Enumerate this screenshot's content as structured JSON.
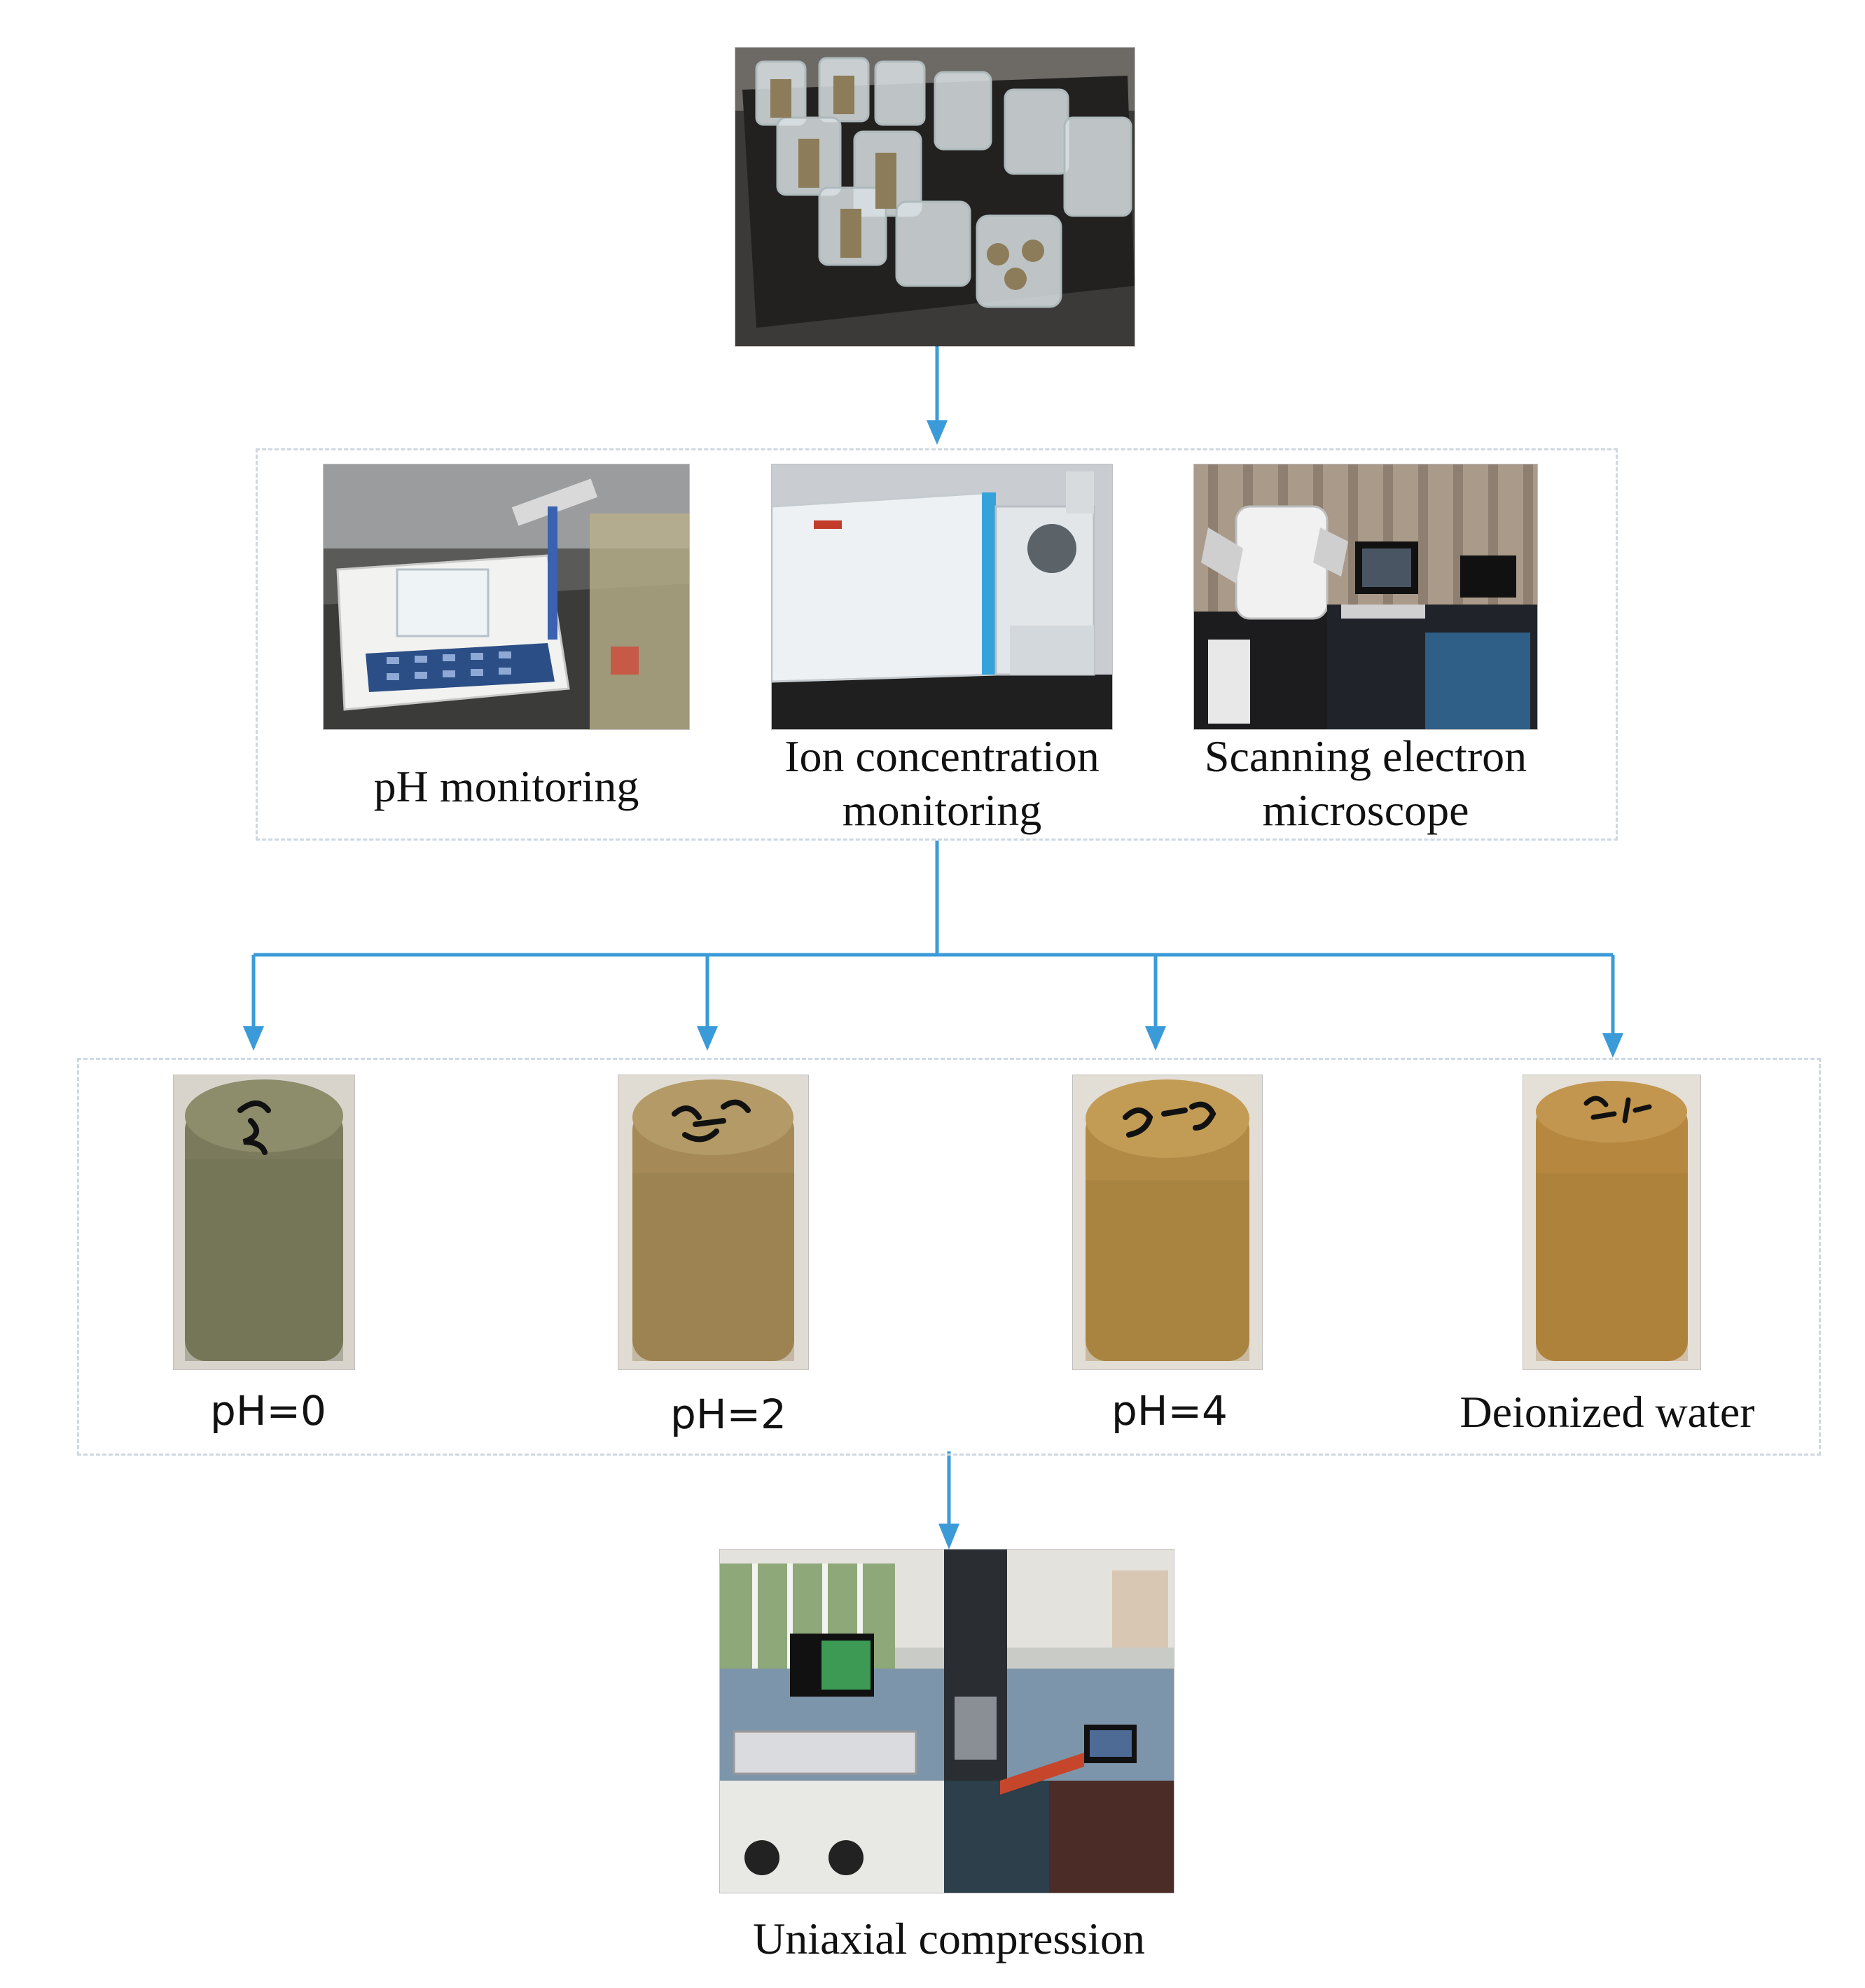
{
  "colors": {
    "arrow": "#3a9bd8",
    "group_border": "#cfd8e2",
    "core_green": "#7b7a5c",
    "core_tan": "#a58a58",
    "core_ochre": "#b18a45",
    "core_amber": "#b5873f"
  },
  "stages": {
    "immersion": {
      "photo_icon": "beakers-photo-icon"
    },
    "monitoring": {
      "items": [
        {
          "label": "pH monitoring",
          "photo_icon": "ph-meter-photo-icon"
        },
        {
          "label": "Ion concentration monitoring",
          "photo_icon": "ion-analyzer-photo-icon"
        },
        {
          "label": "Scanning electron microscope",
          "photo_icon": "sem-photo-icon"
        }
      ]
    },
    "samples": {
      "items": [
        {
          "label": "pH=0",
          "core_mark": "1-2",
          "photo_icon": "rock-core-photo-icon"
        },
        {
          "label": "pH=2",
          "core_mark": "2-2",
          "photo_icon": "rock-core-photo-icon"
        },
        {
          "label": "pH=4",
          "core_mark": "3-2",
          "photo_icon": "rock-core-photo-icon"
        },
        {
          "label": "Deionized water",
          "core_mark": "4-2",
          "photo_icon": "rock-core-photo-icon"
        }
      ]
    },
    "testing": {
      "label": "Uniaxial compression",
      "photo_icon": "testing-machine-photo-icon"
    }
  }
}
